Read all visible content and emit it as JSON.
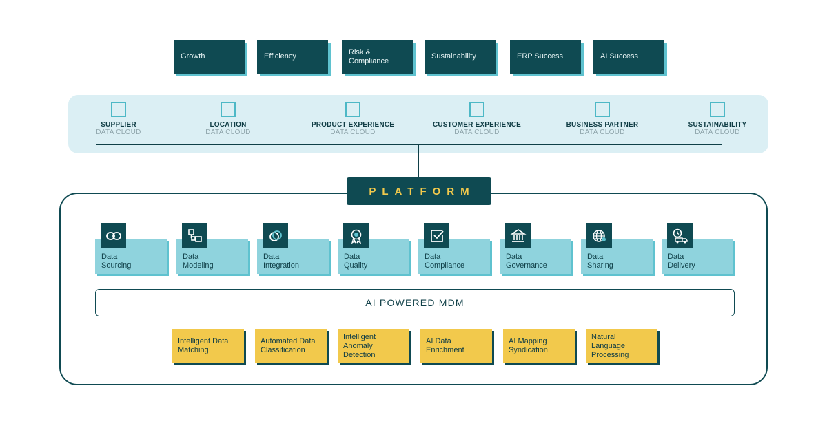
{
  "outcomes": [
    "Growth",
    "Efficiency",
    "Risk &\nCompliance",
    "Sustainability",
    "ERP Success",
    "AI Success"
  ],
  "data_clouds": [
    {
      "name": "SUPPLIER",
      "sub": "DATA CLOUD"
    },
    {
      "name": "LOCATION",
      "sub": "DATA CLOUD"
    },
    {
      "name": "PRODUCT EXPERIENCE",
      "sub": "DATA CLOUD"
    },
    {
      "name": "CUSTOMER EXPERIENCE",
      "sub": "DATA CLOUD"
    },
    {
      "name": "BUSINESS PARTNER",
      "sub": "DATA CLOUD"
    },
    {
      "name": "SUSTAINABILITY",
      "sub": "DATA CLOUD"
    }
  ],
  "platform": {
    "label": "PLATFORM",
    "capabilities": [
      {
        "label": "Data\nSourcing",
        "icon": "link-icon"
      },
      {
        "label": "Data\nModeling",
        "icon": "hierarchy-icon"
      },
      {
        "label": "Data\nIntegration",
        "icon": "integration-icon"
      },
      {
        "label": "Data\nQuality",
        "icon": "award-icon"
      },
      {
        "label": "Data\nCompliance",
        "icon": "checkbox-icon"
      },
      {
        "label": "Data\nGovernance",
        "icon": "building-icon"
      },
      {
        "label": "Data\nSharing",
        "icon": "globe-icon"
      },
      {
        "label": "Data\nDelivery",
        "icon": "truck-icon"
      }
    ],
    "mdm_label": "AI POWERED MDM",
    "ai_features": [
      "Intelligent Data\nMatching",
      "Automated Data\nClassification",
      "Intelligent\nAnomaly\nDetection",
      "AI Data\nEnrichment",
      "AI Mapping\nSyndication",
      "Natural\nLanguage\nProcessing"
    ]
  },
  "colors": {
    "dark_teal": "#0f4a52",
    "light_teal": "#8fd3dd",
    "band": "#dbeff4",
    "yellow": "#f2c94c"
  }
}
